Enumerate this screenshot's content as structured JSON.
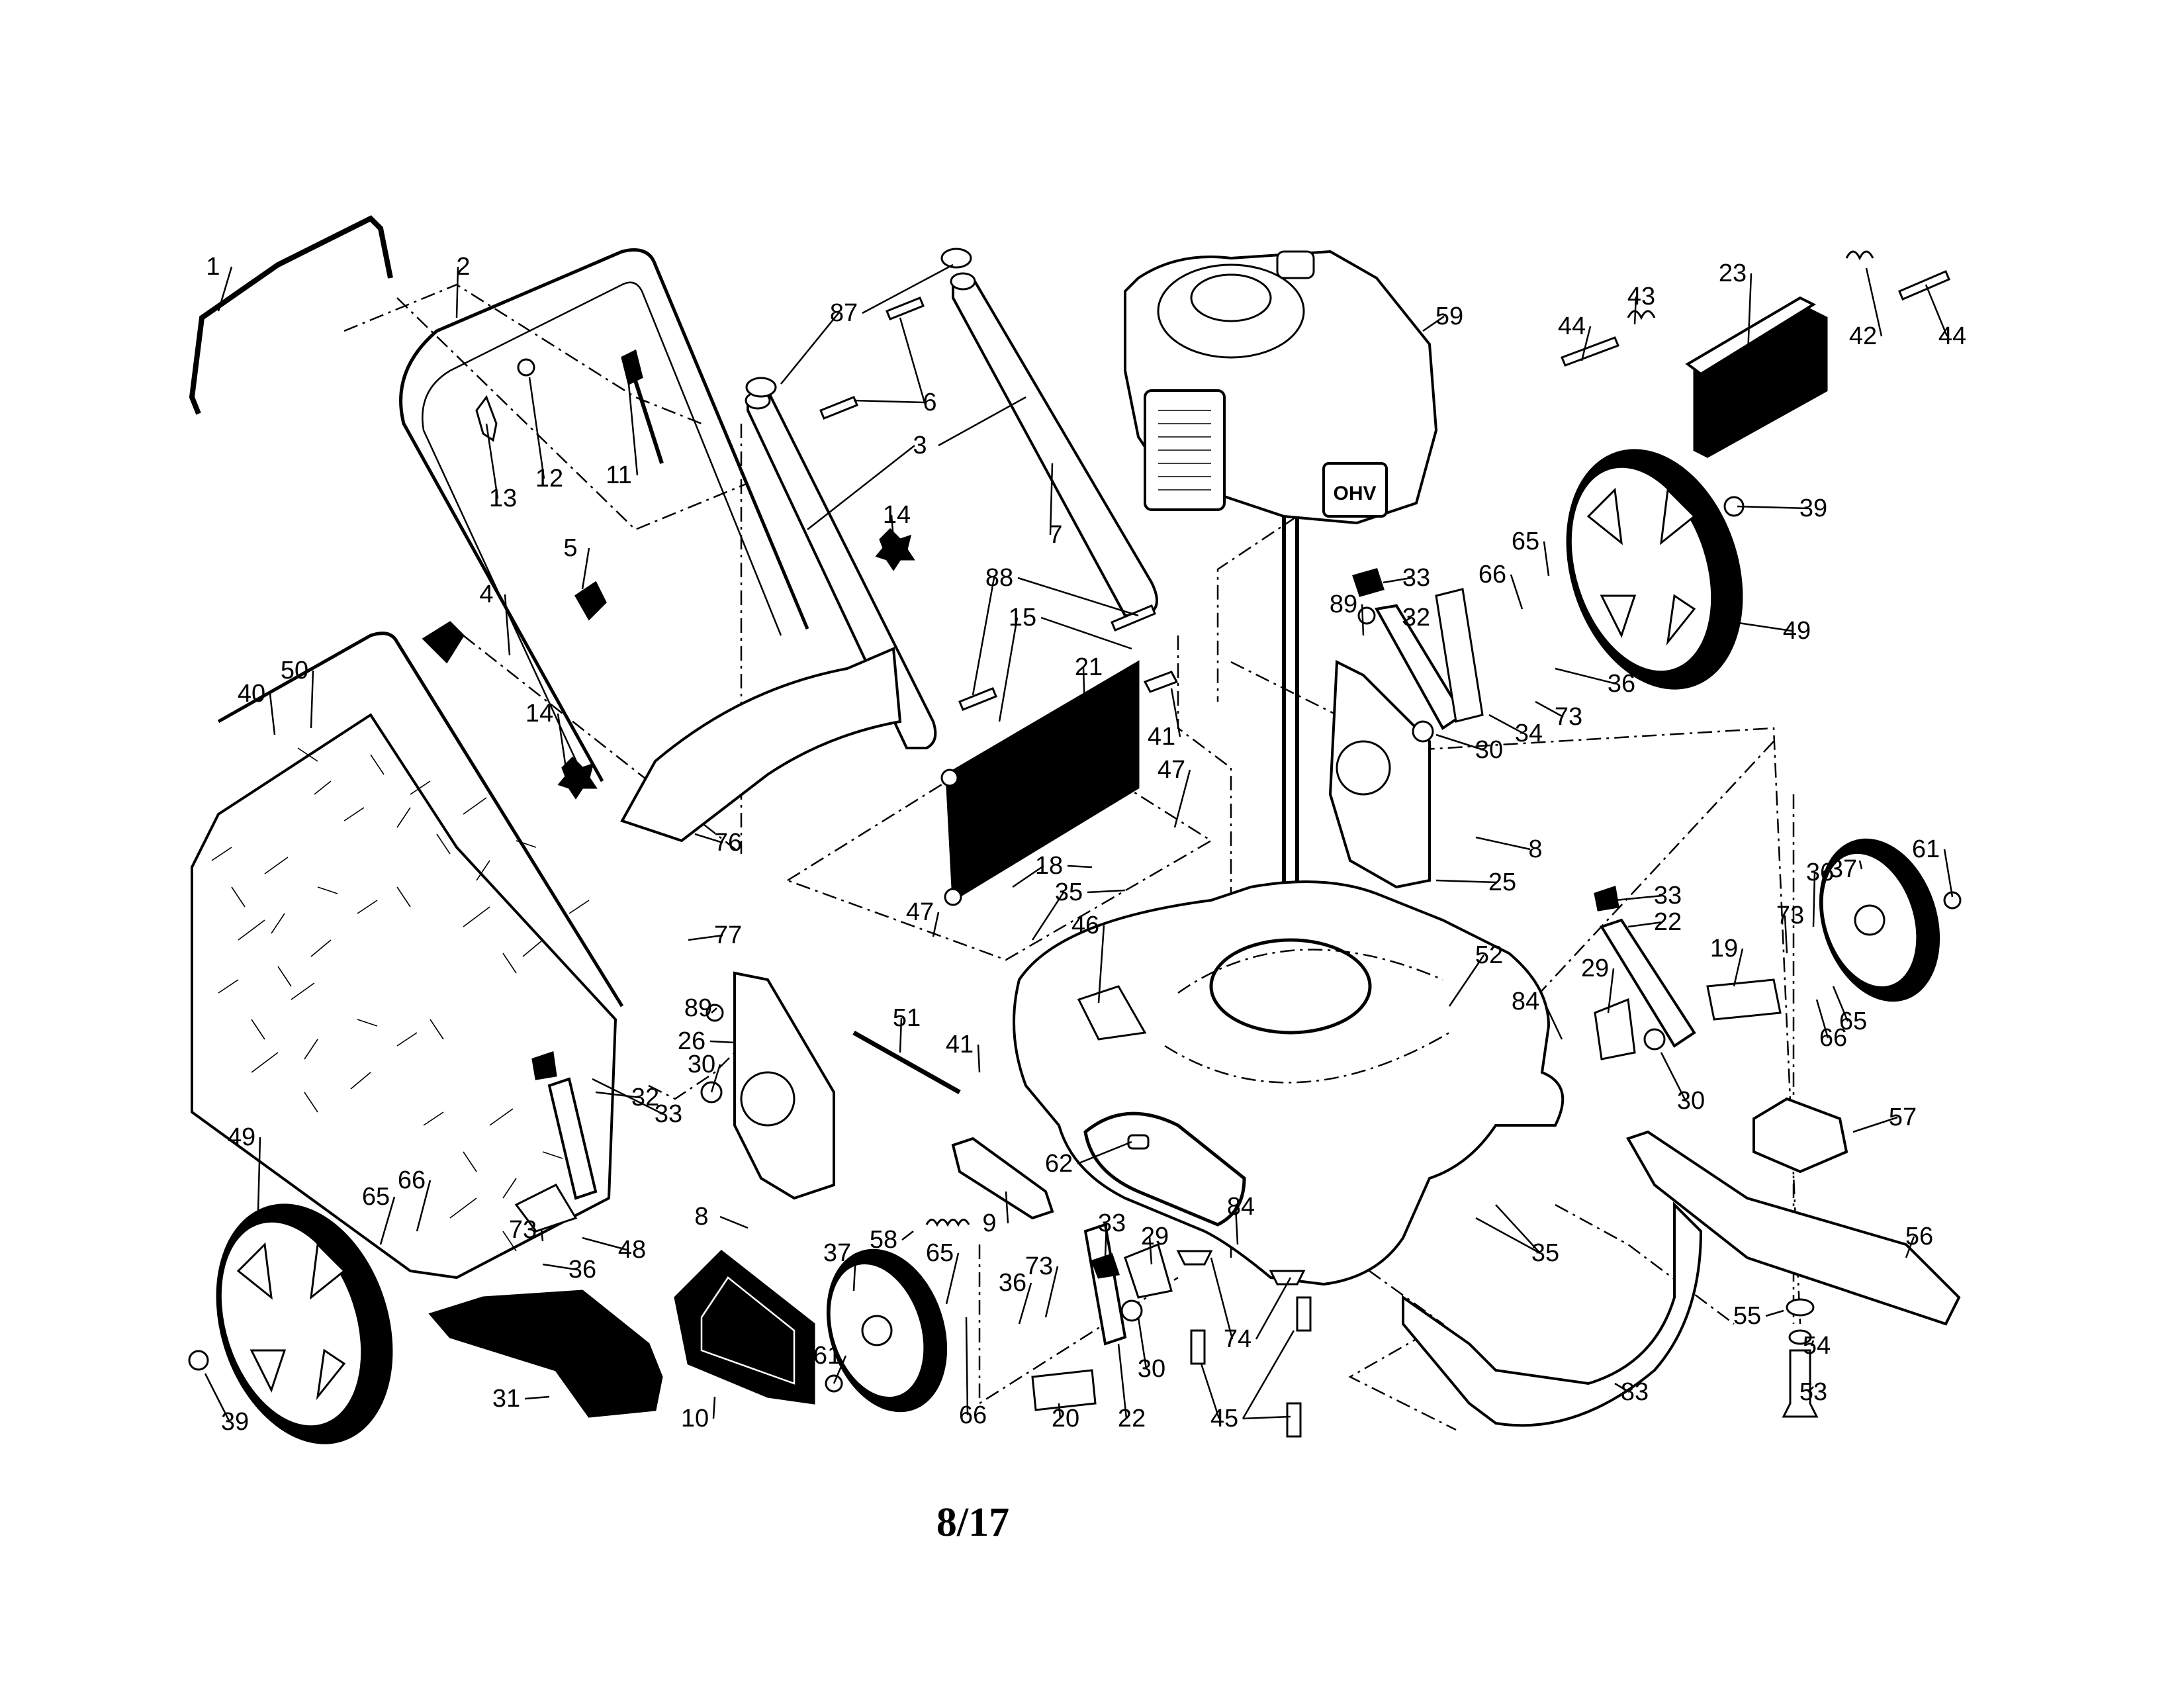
{
  "diagram": {
    "title": "Lawn mower parts exploded view",
    "page_number": "8/17",
    "engine_badge": "OHV",
    "callouts": [
      {
        "id": "1",
        "label": "1"
      },
      {
        "id": "2",
        "label": "2"
      },
      {
        "id": "3",
        "label": "3"
      },
      {
        "id": "4",
        "label": "4"
      },
      {
        "id": "5",
        "label": "5"
      },
      {
        "id": "6",
        "label": "6"
      },
      {
        "id": "7",
        "label": "7"
      },
      {
        "id": "8",
        "label": "8"
      },
      {
        "id": "9",
        "label": "9"
      },
      {
        "id": "10",
        "label": "10"
      },
      {
        "id": "11",
        "label": "11"
      },
      {
        "id": "12",
        "label": "12"
      },
      {
        "id": "13",
        "label": "13"
      },
      {
        "id": "14",
        "label": "14"
      },
      {
        "id": "15",
        "label": "15"
      },
      {
        "id": "18",
        "label": "18"
      },
      {
        "id": "19",
        "label": "19"
      },
      {
        "id": "20",
        "label": "20"
      },
      {
        "id": "21",
        "label": "21"
      },
      {
        "id": "22",
        "label": "22"
      },
      {
        "id": "23",
        "label": "23"
      },
      {
        "id": "25",
        "label": "25"
      },
      {
        "id": "26",
        "label": "26"
      },
      {
        "id": "29",
        "label": "29"
      },
      {
        "id": "30",
        "label": "30"
      },
      {
        "id": "31",
        "label": "31"
      },
      {
        "id": "32",
        "label": "32"
      },
      {
        "id": "33",
        "label": "33"
      },
      {
        "id": "34",
        "label": "34"
      },
      {
        "id": "35",
        "label": "35"
      },
      {
        "id": "36",
        "label": "36"
      },
      {
        "id": "37",
        "label": "37"
      },
      {
        "id": "39",
        "label": "39"
      },
      {
        "id": "40",
        "label": "40"
      },
      {
        "id": "41",
        "label": "41"
      },
      {
        "id": "42",
        "label": "42"
      },
      {
        "id": "43",
        "label": "43"
      },
      {
        "id": "44",
        "label": "44"
      },
      {
        "id": "45",
        "label": "45"
      },
      {
        "id": "46",
        "label": "46"
      },
      {
        "id": "47",
        "label": "47"
      },
      {
        "id": "48",
        "label": "48"
      },
      {
        "id": "49",
        "label": "49"
      },
      {
        "id": "50",
        "label": "50"
      },
      {
        "id": "51",
        "label": "51"
      },
      {
        "id": "52",
        "label": "52"
      },
      {
        "id": "53",
        "label": "53"
      },
      {
        "id": "54",
        "label": "54"
      },
      {
        "id": "55",
        "label": "55"
      },
      {
        "id": "56",
        "label": "56"
      },
      {
        "id": "57",
        "label": "57"
      },
      {
        "id": "58",
        "label": "58"
      },
      {
        "id": "59",
        "label": "59"
      },
      {
        "id": "61",
        "label": "61"
      },
      {
        "id": "62",
        "label": "62"
      },
      {
        "id": "65",
        "label": "65"
      },
      {
        "id": "66",
        "label": "66"
      },
      {
        "id": "73",
        "label": "73"
      },
      {
        "id": "74",
        "label": "74"
      },
      {
        "id": "76",
        "label": "76"
      },
      {
        "id": "77",
        "label": "77"
      },
      {
        "id": "83",
        "label": "83"
      },
      {
        "id": "84",
        "label": "84"
      },
      {
        "id": "87",
        "label": "87"
      },
      {
        "id": "88",
        "label": "88"
      },
      {
        "id": "89",
        "label": "89"
      }
    ]
  }
}
